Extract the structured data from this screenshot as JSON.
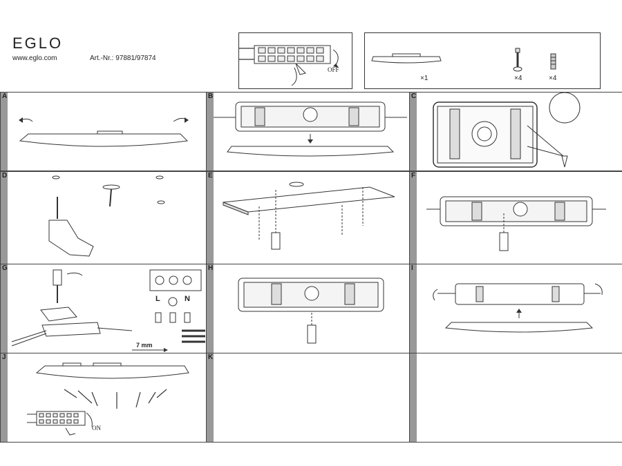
{
  "header": {
    "brand": "EGLO",
    "website": "www.eglo.com",
    "article": "Art.-Nr.: 97881/97874",
    "off_label": "OFF",
    "parts": [
      {
        "qty": "×1",
        "icon": "lamp-icon"
      },
      {
        "qty": "×4",
        "icon": "screw-icon"
      },
      {
        "qty": "×4",
        "icon": "wall-plug-icon"
      }
    ]
  },
  "steps": {
    "A": "A",
    "B": "B",
    "C": "C",
    "D": "D",
    "E": "E",
    "F": "F",
    "G": "G",
    "H": "H",
    "I": "I",
    "J": "J",
    "K": "K"
  },
  "wiring": {
    "L": "L",
    "N": "N",
    "strip_length": "7 mm"
  },
  "on_label": "ON"
}
